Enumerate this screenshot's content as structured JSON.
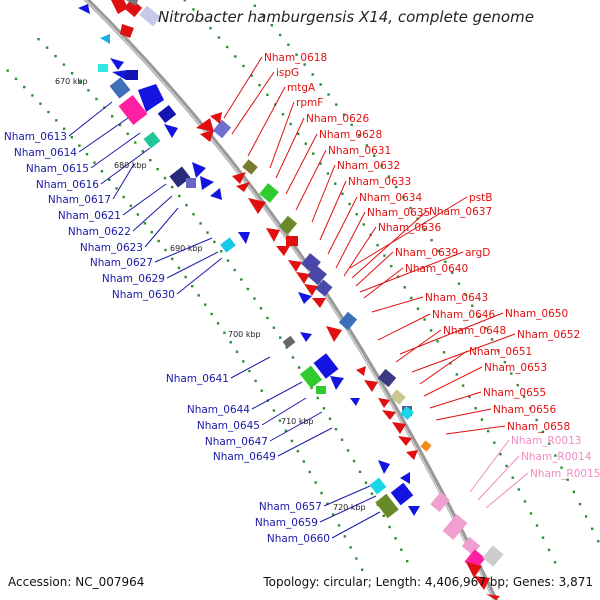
{
  "title": "Nitrobacter hamburgensis X14, complete genome",
  "accession": "Accession: NC_007964",
  "summary": "Topology: circular; Length: 4,406,967 bp; Genes: 3,871",
  "ruler": [
    "670 kbp",
    "680 kbp",
    "690 kbp",
    "700 kbp",
    "710 kbp",
    "720 kbp"
  ],
  "colors": {
    "left_label": "#1a1aa6",
    "right_label": "#e01010",
    "rna_label": "#f08cc0",
    "backbone": "#999999",
    "tick": "#2e8b2e"
  },
  "left_labels": [
    "Nham_0613",
    "Nham_0614",
    "Nham_0615",
    "Nham_0616",
    "Nham_0617",
    "Nham_0621",
    "Nham_0622",
    "Nham_0623",
    "Nham_0627",
    "Nham_0629",
    "Nham_0630",
    "Nham_0641",
    "Nham_0644",
    "Nham_0645",
    "Nham_0647",
    "Nham_0649",
    "Nham_0657",
    "Nham_0659",
    "Nham_0660"
  ],
  "right_labels": [
    "Nham_0618",
    "ispG",
    "mtgA",
    "rpmF",
    "Nham_0626",
    "Nham_0628",
    "Nham_0631",
    "Nham_0632",
    "Nham_0633",
    "Nham_0634",
    "Nham_0635",
    "pstB",
    "Nham_0637",
    "Nham_0636",
    "Nham_0639",
    "argD",
    "Nham_0640",
    "Nham_0643",
    "Nham_0646",
    "Nham_0650",
    "Nham_0648",
    "Nham_0652",
    "Nham_0651",
    "Nham_0653",
    "Nham_0655",
    "Nham_0656",
    "Nham_0658"
  ],
  "rna_labels": [
    "Nham_R0013",
    "Nham_R0014",
    "Nham_R0015"
  ]
}
